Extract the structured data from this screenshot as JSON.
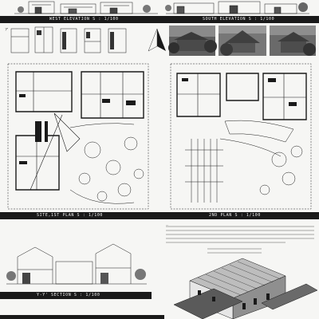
{
  "elevations": {
    "west_label": "WEST ELEVATION  S : 1/100",
    "south_label": "SOUTH ELEVATION  S : 1/100"
  },
  "plans": {
    "first_label": "SITE,1ST PLAN  S : 1/100",
    "second_label": "2ND PLAN  S : 1/100"
  },
  "section": {
    "label": "Y-Y'  SECTION  S : 1/100"
  },
  "notes": {
    "left_fragment": "ア",
    "paragraph": "…"
  },
  "colors": {
    "ink": "#1a1a1a",
    "paper": "#f6f6f4",
    "band": "#1a1a1a",
    "photo": "#6b6b6b"
  }
}
